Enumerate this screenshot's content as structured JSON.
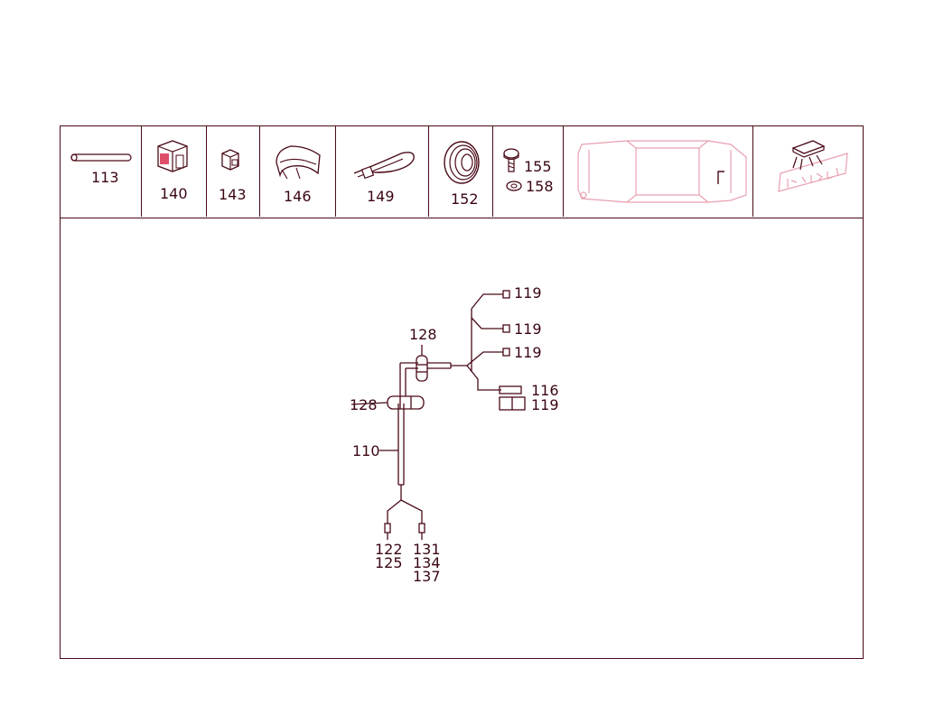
{
  "toolbar": {
    "parts": [
      {
        "label": "113",
        "icon": "sleeve-icon"
      },
      {
        "label": "140",
        "icon": "connector-housing-icon"
      },
      {
        "label": "143",
        "icon": "plug-icon"
      },
      {
        "label": "146",
        "icon": "clip-icon"
      },
      {
        "label": "149",
        "icon": "cable-tie-icon"
      },
      {
        "label": "152",
        "icon": "grommet-icon"
      },
      {
        "label_a": "155",
        "label_b": "158",
        "icon": "screw-icon"
      }
    ],
    "vehicle_view": {
      "icon": "vehicle-outline-icon"
    },
    "location_view": {
      "icon": "lamp-location-icon"
    }
  },
  "diagram": {
    "callouts": {
      "c119a": "119",
      "c119b": "119",
      "c119c": "119",
      "c116": "116",
      "c119d": "119",
      "c128top": "128",
      "c128left": "128",
      "c110": "110",
      "c122": "122",
      "c125": "125",
      "c131": "131",
      "c134": "134",
      "c137": "137"
    }
  },
  "colors": {
    "line": "#4a0a16",
    "accent": "#d9304f",
    "faded": "#e8a0b0"
  }
}
